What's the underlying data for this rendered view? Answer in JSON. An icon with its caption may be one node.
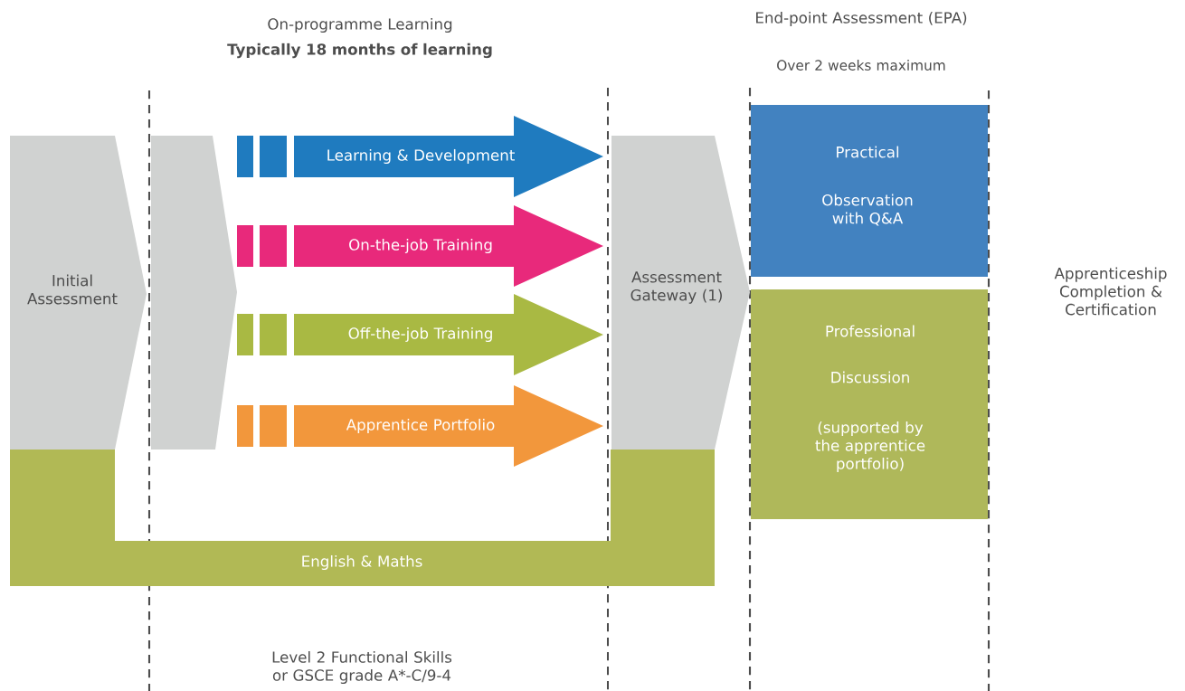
{
  "diagram": {
    "nodes": [
      {
        "text": [
          "Initial Assessment"
        ]
      },
      {
        "text": [],
        "shape": "chevron"
      },
      {
        "text": [
          "Learning & Development"
        ]
      },
      {
        "text": [
          "On-the-job Training"
        ]
      },
      {
        "text": [
          "Off-the-job Training"
        ]
      },
      {
        "text": [
          "Apprentice Portfolio"
        ]
      },
      {
        "text": [
          "Assessment Gateway (1)"
        ]
      },
      {
        "text": [
          "Practical",
          "Observation with Q&A"
        ]
      },
      {
        "text": [
          "Professional",
          "Discussion",
          "(supported by the apprentice portfolio)"
        ]
      },
      {
        "text": [
          "English & Maths"
        ]
      }
    ],
    "labels": [
      "On-programme Learning",
      "Typically 18 months of learning",
      "End-point Assessment (EPA)",
      "Over 2 weeks maximum",
      "Apprenticeship Completion & Certification",
      "Level 2 Functional Skills or GSCE grade A*-C/9-4"
    ]
  }
}
